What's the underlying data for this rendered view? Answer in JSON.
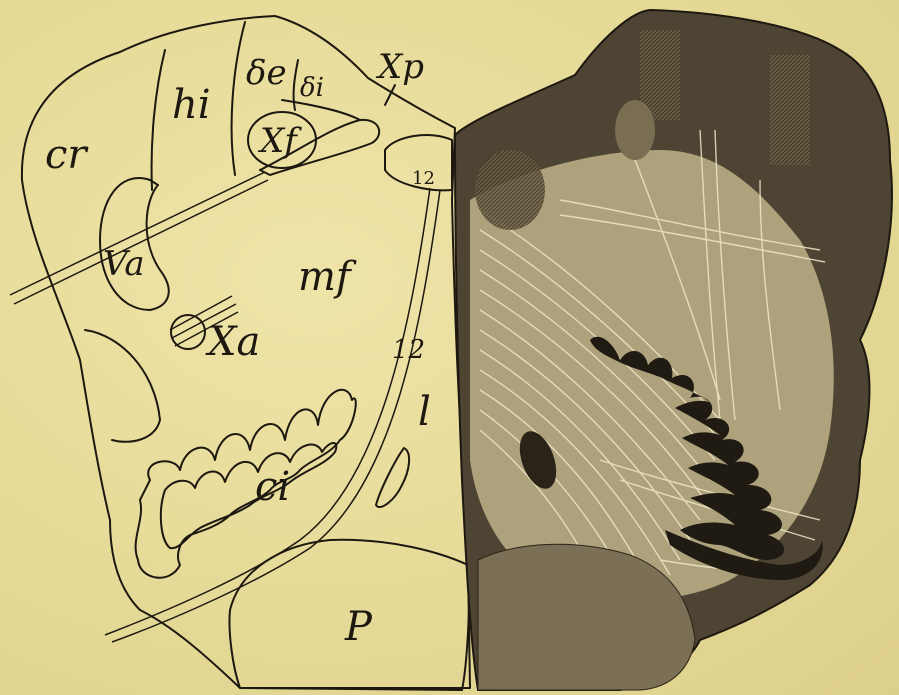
{
  "figure": {
    "labels": {
      "cr": "cr",
      "hi": "hi",
      "se": "δe",
      "si": "δi",
      "xp": "Xp",
      "xf": "Xf",
      "n12_top": "12",
      "va": "Va",
      "mf": "mf",
      "xa": "Xa",
      "n12_mid": "12",
      "l": "l",
      "ci": "ci",
      "p": "P"
    },
    "colors": {
      "paper": "#e7dc9a",
      "ink": "#1d1810",
      "tissue_dark": "#4a4030",
      "fiber_light": "#e9e1c0"
    }
  }
}
